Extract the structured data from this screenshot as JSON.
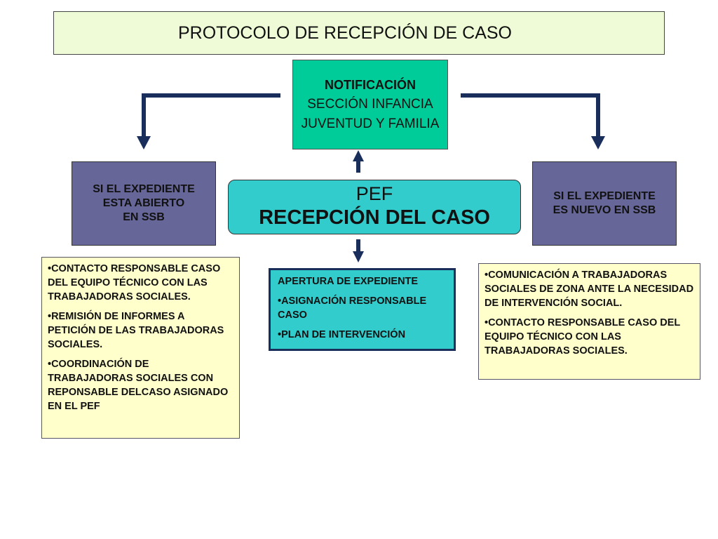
{
  "title": "PROTOCOLO DE RECEPCIÓN DE CASO",
  "notification": {
    "heading": "NOTIFICACIÓN",
    "line1": "SECCIÓN INFANCIA",
    "line2": "JUVENTUD Y FAMILIA"
  },
  "central": {
    "line1": "PEF",
    "line2": "RECEPCIÓN DEL CASO"
  },
  "left_branch": {
    "line1": "SI EL EXPEDIENTE",
    "line2": "ESTA ABIERTO",
    "line3": "EN SSB",
    "items": [
      "•CONTACTO RESPONSABLE CASO  DEL EQUIPO TÉCNICO CON LAS TRABAJADORAS SOCIALES.",
      "•REMISIÓN DE INFORMES A PETICIÓN DE LAS TRABAJADORAS SOCIALES.",
      "•COORDINACIÓN DE TRABAJADORAS SOCIALES CON REPONSABLE DELCASO ASIGNADO EN EL PEF"
    ]
  },
  "right_branch": {
    "line1": "SI EL EXPEDIENTE",
    "line2": "ES NUEVO EN SSB",
    "items": [
      "•COMUNICACIÓN A TRABAJADORAS SOCIALES DE ZONA ANTE LA NECESIDAD DE INTERVENCIÓN SOCIAL.",
      "•CONTACTO RESPONSABLE CASO DEL EQUIPO TÉCNICO CON LAS TRABAJADORAS SOCIALES."
    ]
  },
  "center_branch": {
    "items": [
      "APERTURA DE EXPEDIENTE",
      "•ASIGNACIÓN RESPONSABLE CASO",
      "•PLAN DE INTERVENCIÓN"
    ]
  },
  "colors": {
    "arrow": "#1a2e5c",
    "notification_fill": "#00cc99",
    "central_fill": "#33cccc",
    "side_fill": "#666699",
    "note_fill": "#ffffcc",
    "title_fill": "#eefbd6"
  }
}
